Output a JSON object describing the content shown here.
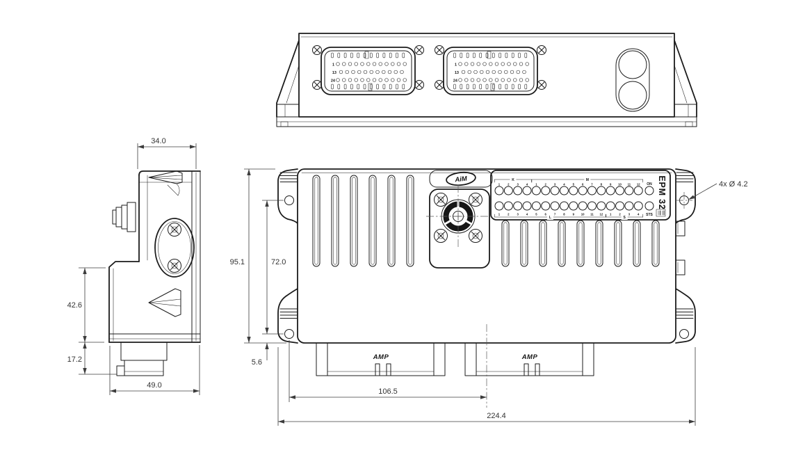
{
  "brand": {
    "logo_text": "AiM"
  },
  "top_view": {
    "connector_a": {
      "row_labels": [
        "1",
        "13",
        "24"
      ]
    },
    "connector_b": {
      "row_labels": [
        "1",
        "13",
        "24"
      ]
    }
  },
  "front_view": {
    "hole_note": "4x Ø 4.2",
    "amp_label_left": "AMP",
    "amp_label_right": "AMP",
    "panel": {
      "model_label": "EPM 32",
      "led_top": "ON",
      "led_bottom": "STS",
      "groups_top": [
        {
          "label": "K",
          "pins": [
            "1",
            "2",
            "3",
            "4"
          ]
        },
        {
          "label": "M",
          "pins": [
            "1",
            "2",
            "3",
            "4",
            "5",
            "6",
            "7",
            "8",
            "9",
            "10",
            "11",
            "12"
          ]
        }
      ],
      "groups_bottom": [
        {
          "label": "L",
          "pins": [
            "1",
            "2",
            "3",
            "4",
            "5",
            "6",
            "7",
            "8",
            "9",
            "10",
            "11",
            "12"
          ]
        },
        {
          "label": "S",
          "pins": [
            "1",
            "2",
            "3",
            "4"
          ]
        }
      ]
    }
  },
  "dimensions": {
    "side_top_width": "34.0",
    "side_mid_height": "42.6",
    "side_lower_height": "17.2",
    "side_bottom_width": "49.0",
    "front_total_height": "95.1",
    "front_hole_spacing_vertical": "72.0",
    "front_hole_offset_bottom": "5.6",
    "front_hole_to_center": "106.5",
    "front_total_width": "224.4"
  }
}
